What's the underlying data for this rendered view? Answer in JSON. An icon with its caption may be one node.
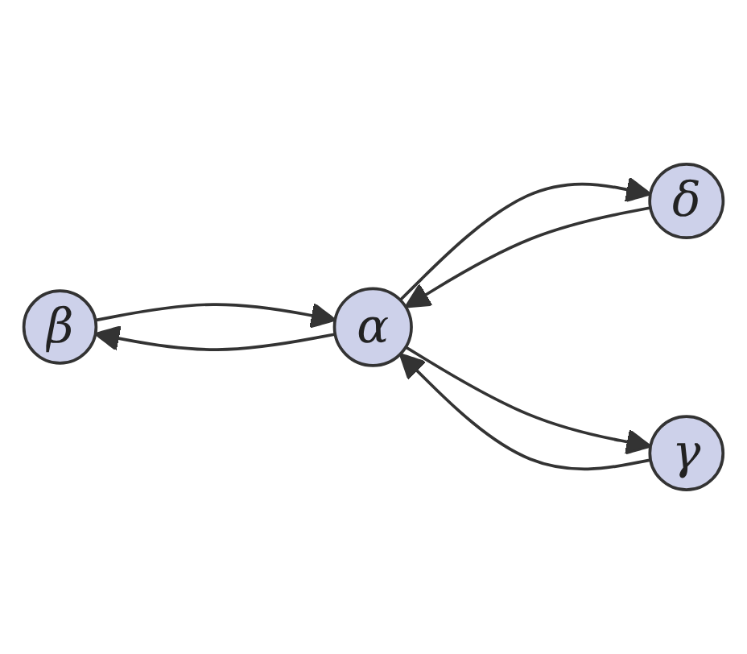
{
  "diagram": {
    "nodes": [
      {
        "text": [
          "β"
        ]
      },
      {
        "text": [
          "α"
        ]
      },
      {
        "text": [
          "δ"
        ]
      },
      {
        "text": [
          "γ"
        ]
      }
    ],
    "edges": [
      {
        "from": 1,
        "to": 0,
        "arrow": "to"
      },
      {
        "from": 0,
        "to": 1,
        "arrow": "to"
      },
      {
        "from": 2,
        "to": 1,
        "arrow": "to"
      },
      {
        "from": 1,
        "to": 2,
        "arrow": "to"
      },
      {
        "from": 1,
        "to": 3,
        "arrow": "to"
      },
      {
        "from": 3,
        "to": 1,
        "arrow": "to"
      }
    ]
  }
}
